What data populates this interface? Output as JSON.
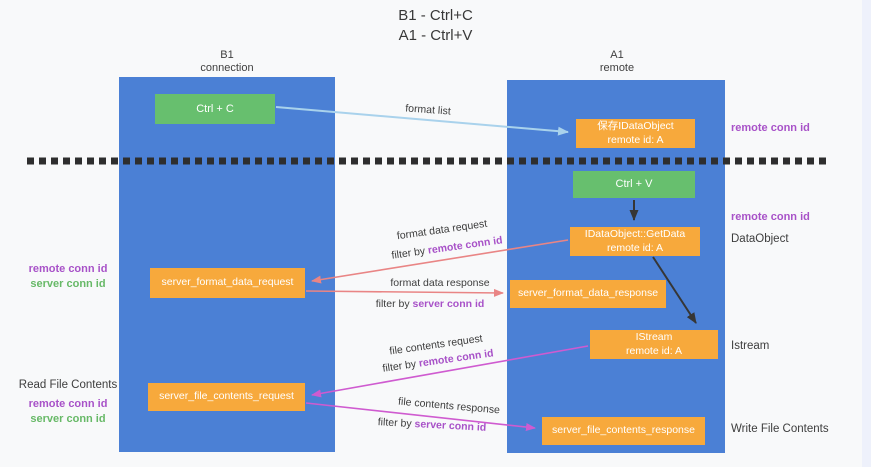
{
  "title": {
    "line1": "B1 - Ctrl+C",
    "line2": "A1 - Ctrl+V"
  },
  "lanes": {
    "left": {
      "title": "B1",
      "subtitle": "connection"
    },
    "right": {
      "title": "A1",
      "subtitle": "remote"
    }
  },
  "nodes": {
    "ctrl_c": {
      "label": "Ctrl + C"
    },
    "save_idataobject": {
      "line1": "保存IDataObject",
      "line2": "remote id: A"
    },
    "ctrl_v": {
      "label": "Ctrl + V"
    },
    "getdata": {
      "line1": "IDataObject::GetData",
      "line2": "remote id: A"
    },
    "server_format_data_request": {
      "label": "server_format_data_request"
    },
    "server_format_data_response": {
      "label": "server_format_data_response"
    },
    "istream": {
      "line1": "IStream",
      "line2": "remote id: A"
    },
    "server_file_contents_request": {
      "label": "server_file_contents_request"
    },
    "server_file_contents_response": {
      "label": "server_file_contents_response"
    }
  },
  "edges": {
    "format_list": {
      "label": "format list"
    },
    "format_data_request": {
      "label": "format data request",
      "filter_prefix": "filter by ",
      "filter_key": "remote conn id"
    },
    "format_data_response": {
      "label": "format data response",
      "filter_prefix": "filter by ",
      "filter_key": "server conn id"
    },
    "file_contents_request": {
      "label": "file contents request",
      "filter_prefix": "filter by ",
      "filter_key": "remote conn id"
    },
    "file_contents_response": {
      "label": "file contents response",
      "filter_prefix": "filter by ",
      "filter_key": "server conn id"
    }
  },
  "annotations": {
    "right_remote_conn_id_top": "remote conn id",
    "right_remote_conn_id_mid": "remote conn id",
    "dataobject": "DataObject",
    "istream": "Istream",
    "write_file_contents": "Write File Contents",
    "left_remote_conn_id_mid": "remote conn id",
    "left_server_conn_id_mid": "server conn id",
    "read_file_contents": "Read File Contents",
    "left_remote_conn_id_bot": "remote conn id",
    "left_server_conn_id_bot": "server conn id"
  },
  "colors": {
    "lane_blue": "#4b80d5",
    "node_green": "#67bf6e",
    "node_orange": "#f7a93c",
    "arrow_lightblue": "#a9d2ec",
    "arrow_black": "#363636",
    "arrow_red": "#e98585",
    "arrow_magenta": "#cf5bd0",
    "label_purple": "#a852c8",
    "label_green": "#67b967"
  }
}
